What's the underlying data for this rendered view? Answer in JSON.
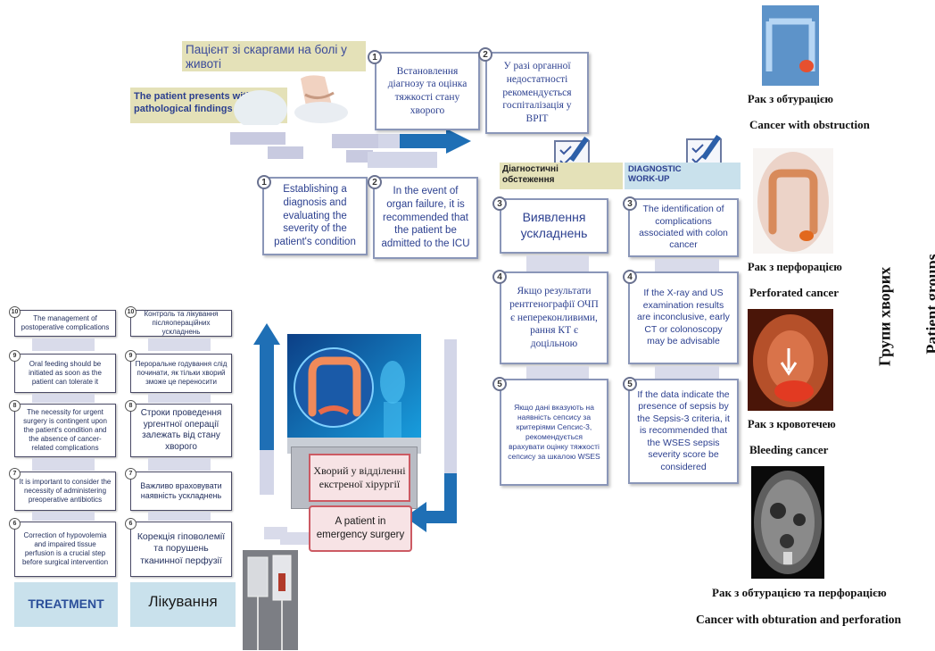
{
  "header": {
    "patient_uk": "Пацієнт зі скаргами на болі у животі",
    "patient_en": "The patient presents with pathological findings"
  },
  "steps_top": [
    {
      "num": "1",
      "text": "Встановлення діагнозу та оцінка тяжкості стану хворого"
    },
    {
      "num": "2",
      "text": "У разі органної недостатності рекомендується госпіталізація у ВРІТ"
    }
  ],
  "steps_en": [
    {
      "num": "1",
      "text": "Establishing a diagnosis and evaluating the severity of the patient's condition"
    },
    {
      "num": "2",
      "text": "In the event of organ failure, it is recommended that the patient be admitted to the ICU"
    }
  ],
  "diagnostics_uk": {
    "header": "Діагностичні обстеження",
    "items": [
      {
        "num": "3",
        "text": "Виявлення ускладнень"
      },
      {
        "num": "4",
        "text": "Якщо результати рентгенографії ОЧП є непереконливими, рання КТ є доцільною"
      },
      {
        "num": "5",
        "text": "Якщо дані вказують на наявність сепсису за критеріями Сепсис-3, рекомендується врахувати оцінку тяжкості сепсису за шкалою WSES"
      }
    ]
  },
  "diagnostics_en": {
    "header": "DIAGNOSTIC WORK-UP",
    "items": [
      {
        "num": "3",
        "text": "The identification of complications associated with colon cancer"
      },
      {
        "num": "4",
        "text": "If the X-ray and US examination results are inconclusive, early CT or colonoscopy may be advisable"
      },
      {
        "num": "5",
        "text": "If the data indicate the presence of sepsis by the Sepsis-3 criteria, it is recommended that the WSES sepsis severity score be considered"
      }
    ]
  },
  "treatment_en": {
    "label": "TREATMENT",
    "items": [
      {
        "num": "10",
        "text": "The management of postoperative complications"
      },
      {
        "num": "9",
        "text": "Oral feeding should be initiated as soon as the patient can tolerate it"
      },
      {
        "num": "8",
        "text": "The necessity for urgent surgery is contingent upon the patient's condition and the absence of cancer-related complications"
      },
      {
        "num": "7",
        "text": "It is important to consider the necessity of administering preoperative antibiotics"
      },
      {
        "num": "6",
        "text": "Correction of hypovolemia and impaired tissue perfusion is a crucial step before surgical intervention"
      }
    ]
  },
  "treatment_uk": {
    "label": "Лікування",
    "items": [
      {
        "num": "10",
        "text": "Контроль та лікування післяопераційних ускладнень"
      },
      {
        "num": "9",
        "text": "Пероральне годування слід починати, як тільки хворий зможе це переносити"
      },
      {
        "num": "8",
        "text": "Строки проведення ургентної операції залежать від стану хворого"
      },
      {
        "num": "7",
        "text": "Важливо враховувати наявність ускладнень"
      },
      {
        "num": "6",
        "text": "Корекція гіповолемії та порушень тканинної перфузії"
      }
    ]
  },
  "center": {
    "patient_uk": "Хворий у відділенні екстреної хірургії",
    "patient_en": "A patient in emergency surgery"
  },
  "groups": {
    "title_uk": "Групи хворих",
    "title_en": "Patient groups",
    "items": [
      {
        "uk": "Рак з обтурацією",
        "en": "Cancer with obstruction"
      },
      {
        "uk": "Рак з перфорацією",
        "en": "Perforated cancer"
      },
      {
        "uk": "Рак з кровотечею",
        "en": "Bleeding cancer"
      },
      {
        "uk": "Рак з обтурацією та перфорацією",
        "en": "Cancer with obturation and perforation"
      }
    ]
  },
  "colors": {
    "arrow_blue": "#1f6fb5",
    "box_text": "#2b3f8f",
    "header_bg": "#e4e1b8",
    "treatment_bg": "#c9e1ec"
  }
}
